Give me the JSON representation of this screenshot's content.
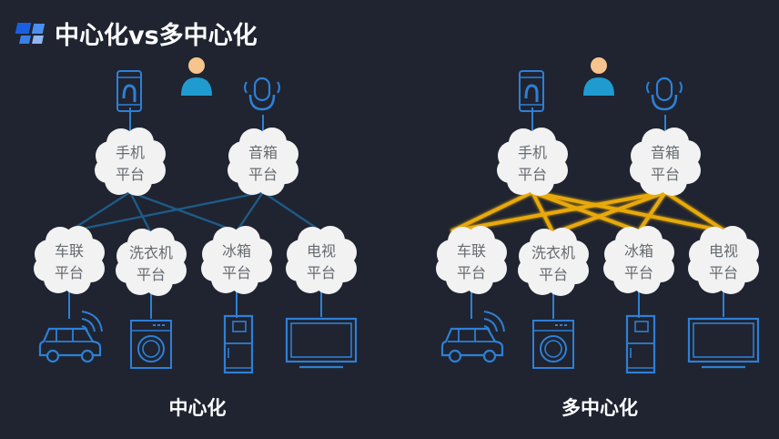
{
  "header": {
    "title": "中心化vs多中心化",
    "logo_icon": "blue-tiles-icon"
  },
  "colors": {
    "background": "#1f2430",
    "device_line": "#2f7fd6",
    "central_link": "#1f5a86",
    "mesh_link": "#e8a910",
    "cloud": "#f2f2f2",
    "cloud_text": "#666a70",
    "user_head": "#f7c48e",
    "user_body": "#1f9bd0"
  },
  "diagrams": [
    {
      "caption": "中心化",
      "mode": "centralized",
      "user_icon": "user-icon",
      "top_platforms": [
        {
          "line1": "手机",
          "line2": "平台",
          "device": "smartphone-icon"
        },
        {
          "line1": "音箱",
          "line2": "平台",
          "device": "smart-speaker-icon"
        }
      ],
      "bottom_platforms": [
        {
          "line1": "车联",
          "line2": "平台",
          "device": "connected-car-icon"
        },
        {
          "line1": "洗衣机",
          "line2": "平台",
          "device": "washing-machine-icon"
        },
        {
          "line1": "冰箱",
          "line2": "平台",
          "device": "refrigerator-icon"
        },
        {
          "line1": "电视",
          "line2": "平台",
          "device": "television-icon"
        }
      ]
    },
    {
      "caption": "多中心化",
      "mode": "multi-centralized",
      "user_icon": "user-icon",
      "top_platforms": [
        {
          "line1": "手机",
          "line2": "平台",
          "device": "smartphone-icon"
        },
        {
          "line1": "音箱",
          "line2": "平台",
          "device": "smart-speaker-icon"
        }
      ],
      "bottom_platforms": [
        {
          "line1": "车联",
          "line2": "平台",
          "device": "connected-car-icon"
        },
        {
          "line1": "洗衣机",
          "line2": "平台",
          "device": "washing-machine-icon"
        },
        {
          "line1": "冰箱",
          "line2": "平台",
          "device": "refrigerator-icon"
        },
        {
          "line1": "电视",
          "line2": "平台",
          "device": "television-icon"
        }
      ]
    }
  ]
}
